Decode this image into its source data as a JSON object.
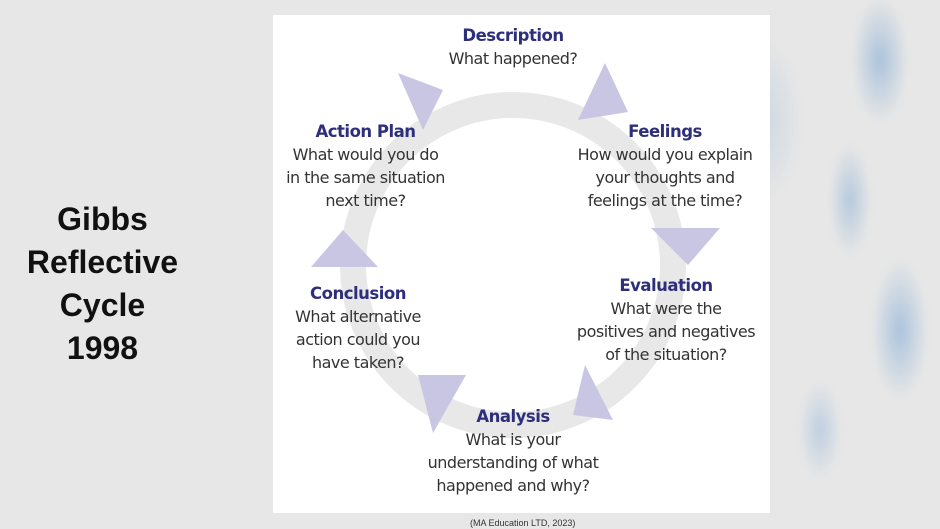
{
  "slide_title": {
    "line1": "Gibbs",
    "line2": "Reflective",
    "line3": "Cycle",
    "line4": "1998"
  },
  "stages": [
    {
      "title": "Description",
      "text": "What happened?"
    },
    {
      "title": "Feelings",
      "text": "How would you explain\nyour thoughts and\nfeelings at the time?"
    },
    {
      "title": "Evaluation",
      "text": "What were the\npositives and negatives\nof the situation?"
    },
    {
      "title": "Analysis",
      "text": "What is your\nunderstanding of what\nhappened and why?"
    },
    {
      "title": "Conclusion",
      "text": "What alternative\naction could you\nhave taken?"
    },
    {
      "title": "Action Plan",
      "text": "What would you do\nin the same situation\nnext time?"
    }
  ],
  "citation": "(MA Education LTD, 2023)",
  "colors": {
    "heading": "#2d2f7c",
    "arrow": "#c9c6e3",
    "ring": "#e8e8e8"
  }
}
